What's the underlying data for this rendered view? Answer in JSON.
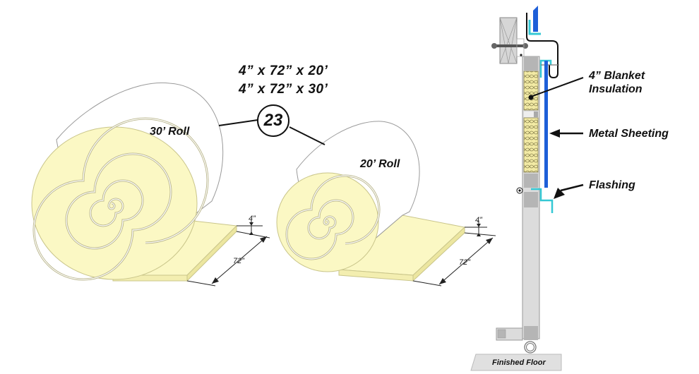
{
  "specs": {
    "line1": "4” x 72” x 20’",
    "line2": "4” x 72” x 30’"
  },
  "badge": {
    "number": "23"
  },
  "rolls": [
    {
      "label": "30’ Roll",
      "thickness": "4”",
      "width": "72”"
    },
    {
      "label": "20’ Roll",
      "thickness": "4”",
      "width": "72”"
    }
  ],
  "section": {
    "callouts": [
      {
        "line1": "4” Blanket",
        "line2": "Insulation"
      },
      {
        "line1": "Metal Sheeting"
      },
      {
        "line1": "Flashing"
      }
    ],
    "floor_label": "Finished Floor"
  },
  "colors": {
    "insulation": "#fbf8c4",
    "insulation_edge": "#c9c58a",
    "metal_sheeting": "#1e5fd8",
    "flashing": "#35c8d4",
    "frame_gray": "#dcdcdc",
    "block_gray": "#a9a9a9"
  }
}
